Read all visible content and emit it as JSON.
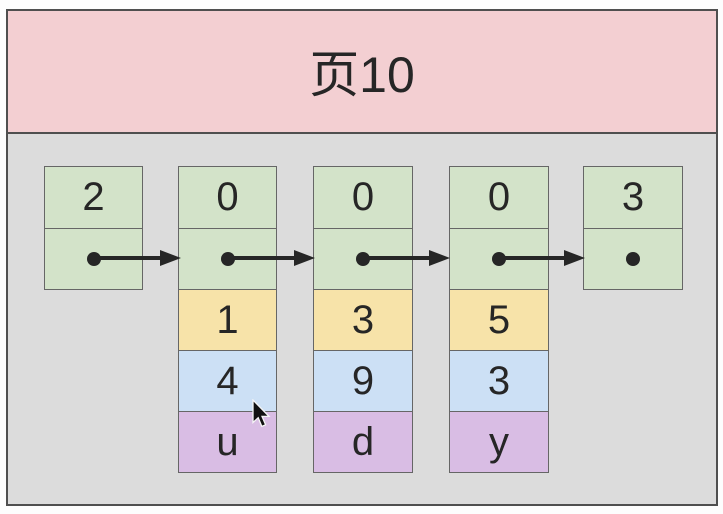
{
  "page": {
    "title": "页10"
  },
  "colors": {
    "canvas_bg": "#fdfdfd",
    "header_bg": "#f3cfd2",
    "body_bg": "#dcdcdc",
    "outer_border": "#4f4f4f",
    "cell_border": "#666666",
    "green": "#d3e3c9",
    "yellow": "#f7e3a9",
    "blue": "#cce0f5",
    "purple": "#d9bde4",
    "ink": "#262626"
  },
  "columns": [
    {
      "top_value": "2",
      "pointer": "dot",
      "fields": []
    },
    {
      "top_value": "0",
      "pointer": "dot",
      "fields": [
        {
          "value": "1",
          "color": "yellow"
        },
        {
          "value": "4",
          "color": "blue"
        },
        {
          "value": "u",
          "color": "purple"
        }
      ]
    },
    {
      "top_value": "0",
      "pointer": "dot",
      "fields": [
        {
          "value": "3",
          "color": "yellow"
        },
        {
          "value": "9",
          "color": "blue"
        },
        {
          "value": "d",
          "color": "purple"
        }
      ]
    },
    {
      "top_value": "0",
      "pointer": "dot",
      "fields": [
        {
          "value": "5",
          "color": "yellow"
        },
        {
          "value": "3",
          "color": "blue"
        },
        {
          "value": "y",
          "color": "purple"
        }
      ]
    },
    {
      "top_value": "3",
      "pointer": "dot",
      "fields": []
    }
  ]
}
